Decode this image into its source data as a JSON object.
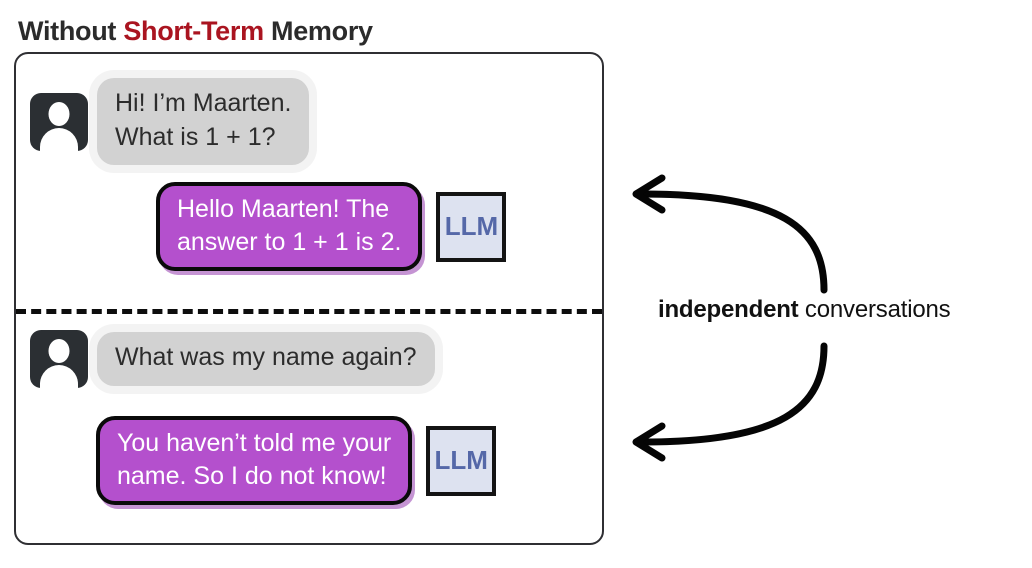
{
  "title": {
    "prefix": "Without ",
    "accent": "Short-Term",
    "suffix": " Memory",
    "accent_color": "#aa1420"
  },
  "conversations": [
    {
      "user": {
        "avatar_icon": "user-avatar-icon",
        "message": "Hi! I’m Maarten.\nWhat is 1 + 1?"
      },
      "llm": {
        "message": "Hello Maarten! The\nanswer to 1 + 1 is 2.",
        "badge_label": "LLM"
      }
    },
    {
      "user": {
        "avatar_icon": "user-avatar-icon",
        "message": "What was my name again?"
      },
      "llm": {
        "message": "You haven’t told me your\nname. So I do not know!",
        "badge_label": "LLM"
      }
    }
  ],
  "annotation": {
    "strong": "independent",
    "rest": " conversations"
  },
  "colors": {
    "user_bubble": "#d2d2d2",
    "llm_bubble": "#b450cd",
    "llm_badge_bg": "#dde2f0",
    "llm_badge_text": "#5568a8",
    "avatar_bg": "#2b2f33",
    "panel_border": "#2f2f33",
    "divider": "#0d0d0d",
    "arrow": "#050505"
  }
}
